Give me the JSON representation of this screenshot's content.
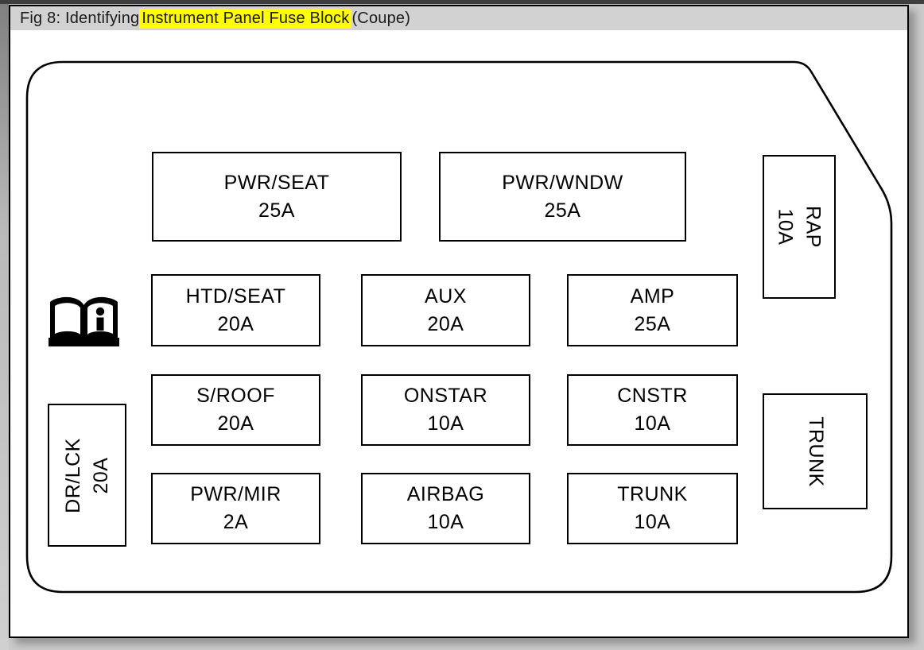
{
  "header": {
    "prefix": "Fig 8: Identifying ",
    "highlight": "Instrument Panel Fuse Block",
    "suffix": " (Coupe)"
  },
  "colors": {
    "highlight": "#ffff00",
    "titlebar_bg": "#d2d2d2",
    "ink": "#000000",
    "page_bg": "#ffffff"
  },
  "diagram": {
    "name": "Instrument Panel Fuse Block (Coupe)",
    "icons": [
      {
        "name": "owners-manual-book-icon",
        "meaning": "see owner's manual"
      }
    ],
    "fuses": [
      {
        "id": "pwr-seat",
        "label": "PWR/SEAT",
        "amps": "25A"
      },
      {
        "id": "pwr-wndw",
        "label": "PWR/WNDW",
        "amps": "25A"
      },
      {
        "id": "htd-seat",
        "label": "HTD/SEAT",
        "amps": "20A"
      },
      {
        "id": "aux",
        "label": "AUX",
        "amps": "20A"
      },
      {
        "id": "amp",
        "label": "AMP",
        "amps": "25A"
      },
      {
        "id": "s-roof",
        "label": "S/ROOF",
        "amps": "20A"
      },
      {
        "id": "onstar",
        "label": "ONSTAR",
        "amps": "10A"
      },
      {
        "id": "cnstr",
        "label": "CNSTR",
        "amps": "10A"
      },
      {
        "id": "pwr-mir",
        "label": "PWR/MIR",
        "amps": "2A"
      },
      {
        "id": "airbag",
        "label": "AIRBAG",
        "amps": "10A"
      },
      {
        "id": "trunk",
        "label": "TRUNK",
        "amps": "10A"
      },
      {
        "id": "rap",
        "label": "RAP",
        "amps": "10A"
      },
      {
        "id": "dr-lck",
        "label": "DR/LCK",
        "amps": "20A"
      },
      {
        "id": "trunk-side",
        "label": "TRUNK"
      }
    ]
  }
}
